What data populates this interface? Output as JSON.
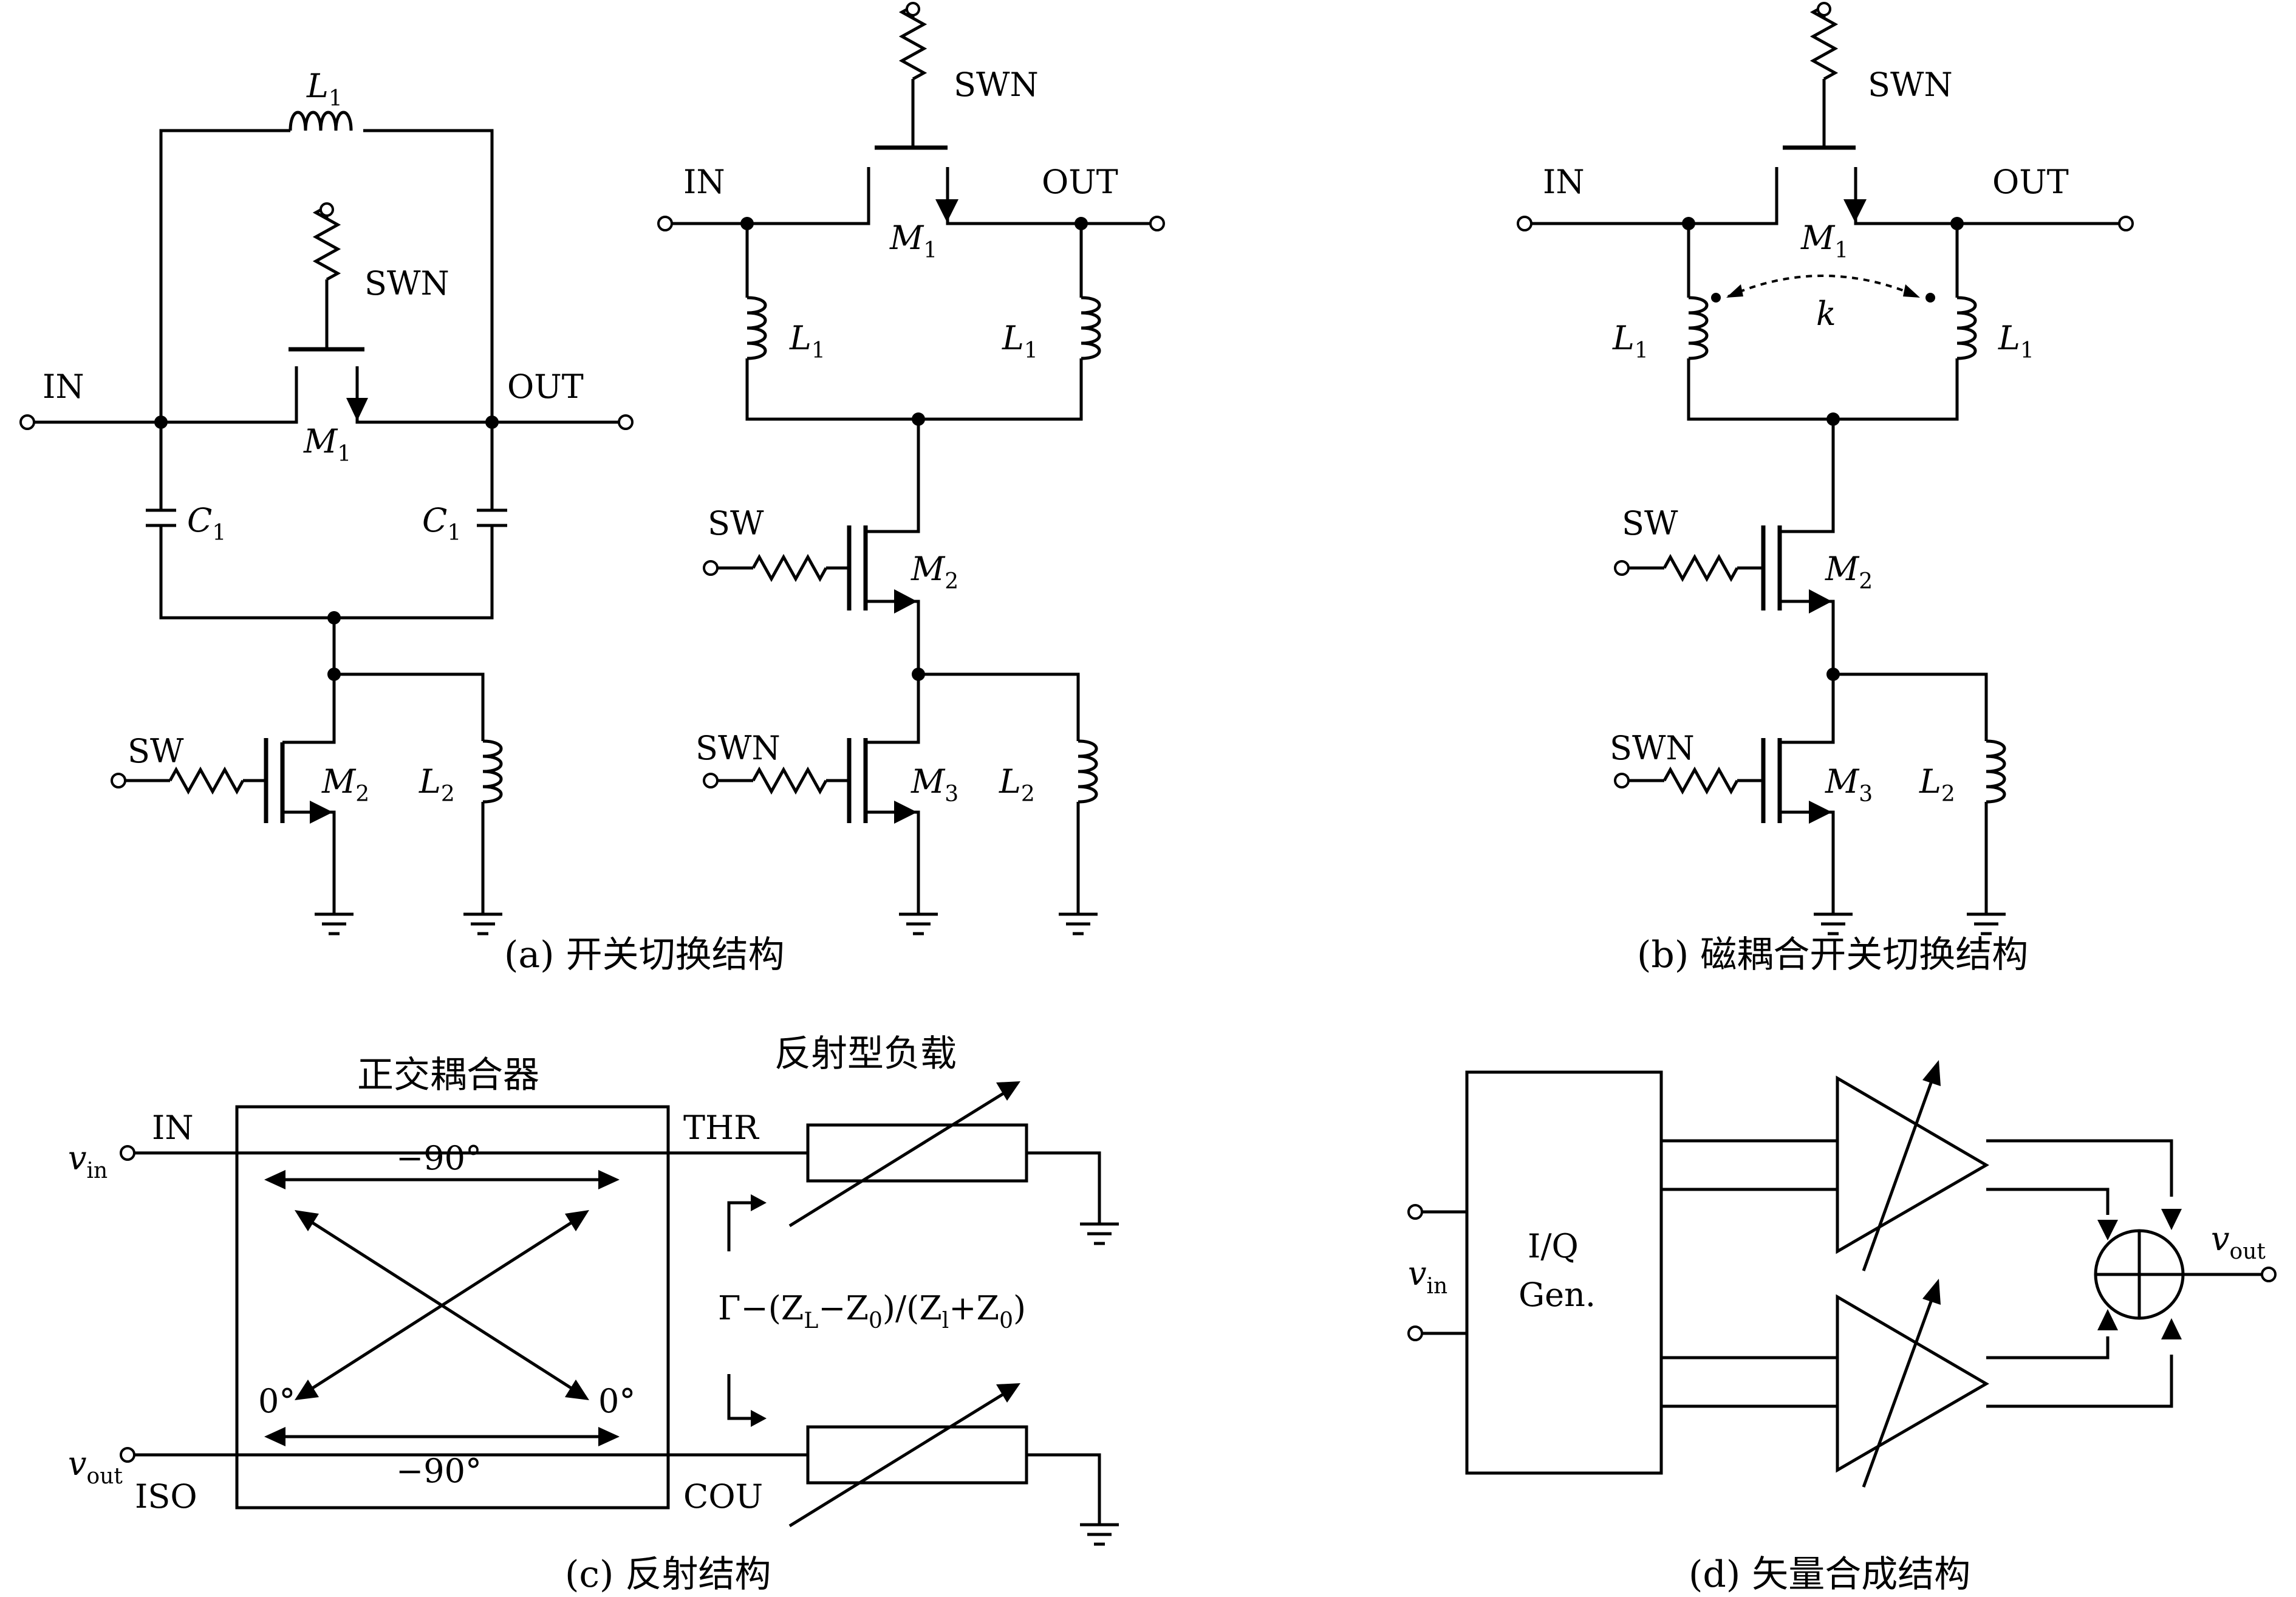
{
  "a": {
    "caption": "(a) 开关切换结构",
    "left": {
      "in_label": "IN",
      "out_label": "OUT",
      "swn_label": "SWN",
      "sw_label": "SW",
      "l1": "L",
      "l1_sub": "1",
      "l2": "L",
      "l2_sub": "2",
      "c1": "C",
      "c1_sub": "1",
      "m1": "M",
      "m1_sub": "1",
      "m2": "M",
      "m2_sub": "2"
    },
    "right": {
      "in_label": "IN",
      "out_label": "OUT",
      "swn_label": "SWN",
      "sw_label": "SW",
      "swn2_label": "SWN",
      "l1": "L",
      "l1_sub": "1",
      "l2": "L",
      "l2_sub": "2",
      "m1": "M",
      "m1_sub": "1",
      "m2": "M",
      "m2_sub": "2",
      "m3": "M",
      "m3_sub": "3"
    }
  },
  "b": {
    "caption": "(b) 磁耦合开关切换结构",
    "in_label": "IN",
    "out_label": "OUT",
    "swn_label": "SWN",
    "sw_label": "SW",
    "swn2_label": "SWN",
    "k_label": "k",
    "l1": "L",
    "l1_sub": "1",
    "l2": "L",
    "l2_sub": "2",
    "m1": "M",
    "m1_sub": "1",
    "m2": "M",
    "m2_sub": "2",
    "m3": "M",
    "m3_sub": "3"
  },
  "c": {
    "caption": "(c) 反射结构",
    "coupler_title": "正交耦合器",
    "load_title": "反射型负载",
    "vin": "v",
    "vin_sub": "in",
    "vout": "v",
    "vout_sub": "out",
    "in_label": "IN",
    "thr_label": "THR",
    "iso_label": "ISO",
    "cou_label": "COU",
    "phase_top": "−90°",
    "phase_bottom": "−90°",
    "zero_left": "0°",
    "zero_right": "0°",
    "gamma_eq": {
      "g": "Γ−(",
      "z1": "Z",
      "z1_sub": "L",
      "mid": "−",
      "z2": "Z",
      "z2_sub": "0",
      "div": ")/(",
      "z3": "Z",
      "z3_sub": "l",
      "plus": "+",
      "z4": "Z",
      "z4_sub": "0",
      "end": ")"
    }
  },
  "d": {
    "caption": "(d) 矢量合成结构",
    "vin": "v",
    "vin_sub": "in",
    "vout": "v",
    "vout_sub": "out",
    "iq_line1": "I/Q",
    "iq_line2": "Gen."
  }
}
